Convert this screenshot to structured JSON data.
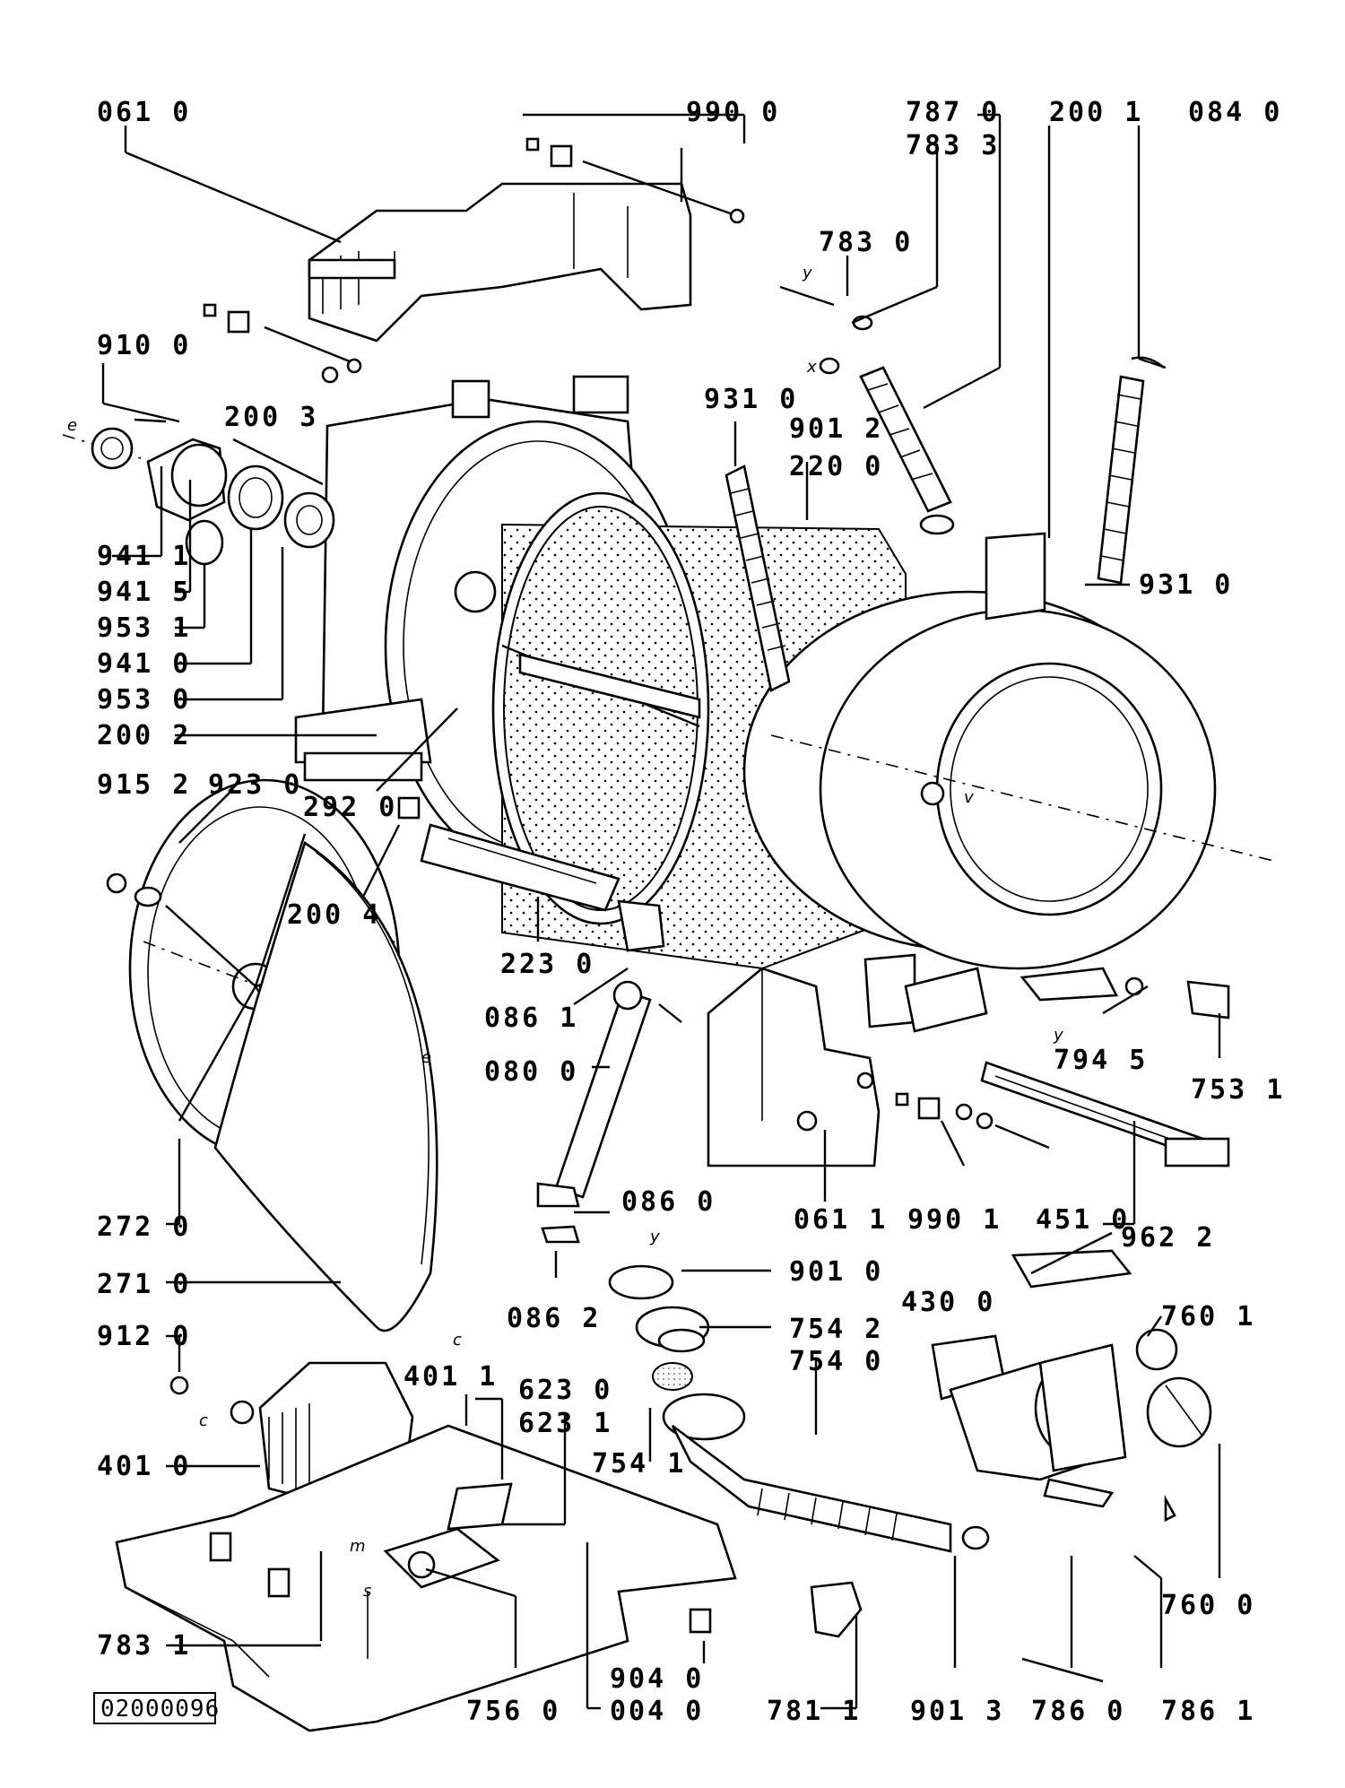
{
  "diagram": {
    "reference_code": "02000096",
    "part_labels": [
      "061 0",
      "990 0",
      "787 0",
      "783 3",
      "200 1",
      "084 0",
      "783 0",
      "910 0",
      "200 3",
      "931 0",
      "901 2",
      "220 0",
      "941 1",
      "941 5",
      "953 1",
      "941 0",
      "953 0",
      "200 2",
      "931 0",
      "915 2",
      "923 0",
      "292 0",
      "200 4",
      "223 0",
      "086 1",
      "080 0",
      "794 5",
      "753 1",
      "272 0",
      "061 1",
      "990 1",
      "451 0",
      "086 0",
      "271 0",
      "901 0",
      "962 2",
      "086 2",
      "754 2",
      "430 0",
      "760 1",
      "754 0",
      "912 0",
      "401 1",
      "623 0",
      "623 1",
      "754 1",
      "401 0",
      "760 0",
      "783 1",
      "904 0",
      "756 0",
      "004 0",
      "781 1",
      "901 3",
      "786 0",
      "786 1"
    ],
    "small_letters": [
      "e",
      "y",
      "x",
      "v",
      "y",
      "e",
      "c",
      "c",
      "m",
      "s",
      "y"
    ]
  }
}
